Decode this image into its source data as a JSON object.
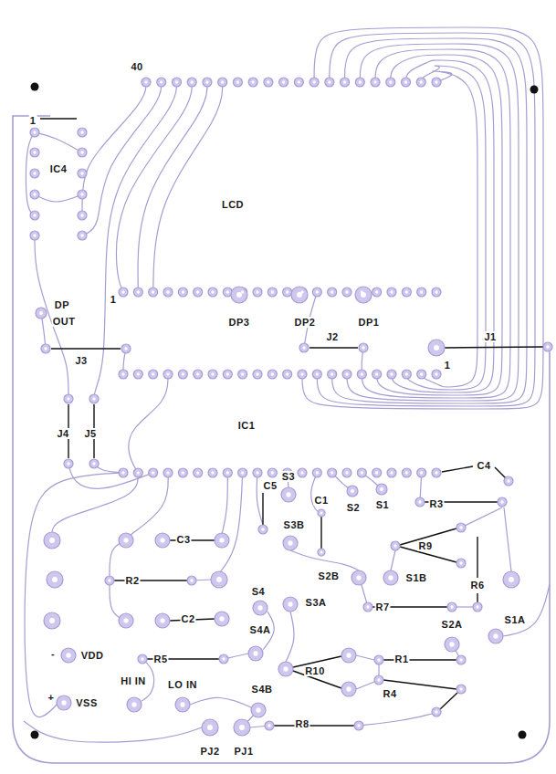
{
  "diagram": {
    "labels": [
      "40",
      "1",
      "IC4",
      "LCD",
      "1",
      "DP",
      "OUT",
      "DP3",
      "DP2",
      "DP1",
      "J2",
      "J1",
      "J3",
      "1",
      "IC1",
      "J4",
      "J5",
      "C4",
      "S3",
      "C5",
      "C1",
      "S2",
      "S1",
      "R3",
      "S3B",
      "C3",
      "R9",
      "R2",
      "S2B",
      "S1B",
      "R6",
      "S4",
      "S3A",
      "R7",
      "C2",
      "S2A",
      "S1A",
      "S4A",
      "-",
      "VDD",
      "R5",
      "R1",
      "R10",
      "HI IN",
      "LO IN",
      "S4B",
      "R4",
      "+",
      "VSS",
      "PJ2",
      "PJ1",
      "R8"
    ]
  }
}
